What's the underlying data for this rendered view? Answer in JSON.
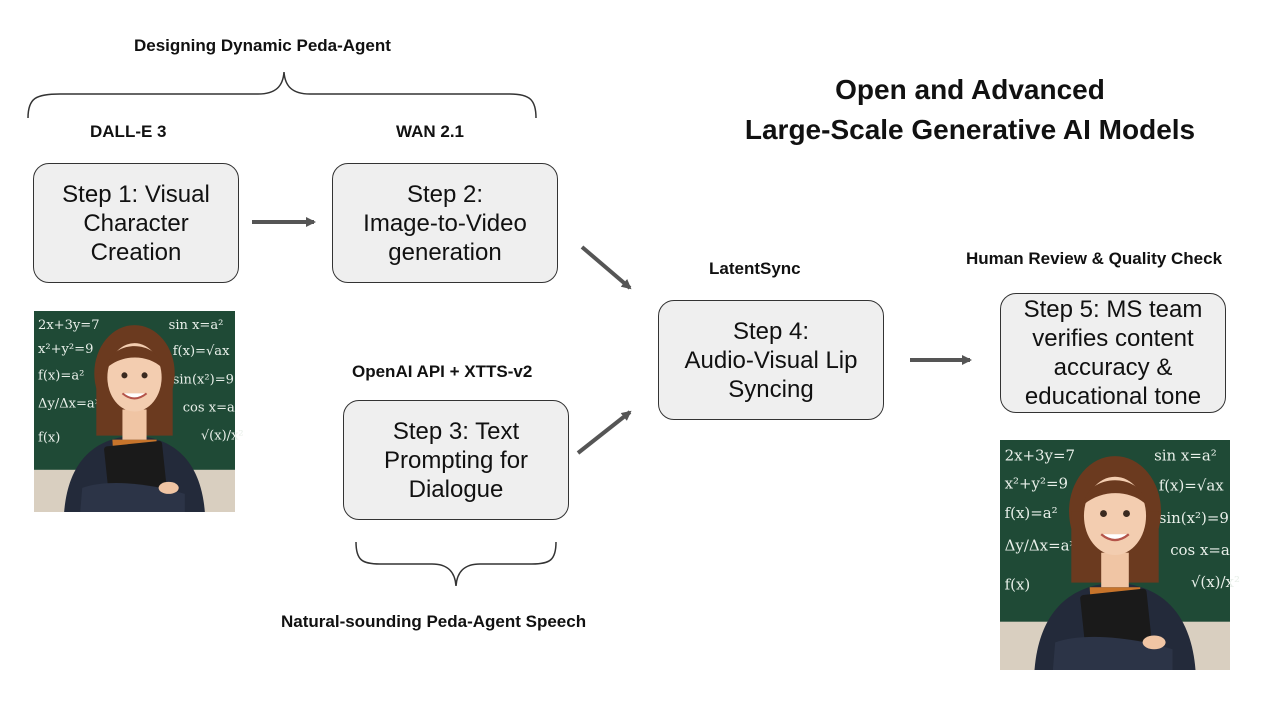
{
  "title": {
    "line1": "Open and Advanced",
    "line2": "Large-Scale Generative AI Models"
  },
  "labels": {
    "designing": "Designing Dynamic Peda-Agent",
    "dalle": "DALL-E 3",
    "wan": "WAN 2.1",
    "openai": "OpenAI API + XTTS-v2",
    "latentsync": "LatentSync",
    "human_review": "Human Review & Quality Check",
    "natural_speech": "Natural-sounding Peda-Agent Speech"
  },
  "steps": [
    {
      "lines": [
        "Step 1: Visual",
        "Character",
        "Creation"
      ]
    },
    {
      "lines": [
        "Step 2:",
        "Image-to-Video",
        "generation"
      ]
    },
    {
      "lines": [
        "Step 3: Text",
        "Prompting for",
        "Dialogue"
      ]
    },
    {
      "lines": [
        "Step 4:",
        "Audio-Visual Lip",
        "Syncing"
      ]
    },
    {
      "lines": [
        "Step 5: MS team",
        "verifies content",
        "accuracy &",
        "educational tone"
      ]
    }
  ],
  "chalkboard": {
    "left": [
      "2x+3y=7",
      "x²+y²=9",
      "f(x)=a²",
      "Δy/Δx=aˣ",
      "f(x)"
    ],
    "right": [
      "sin x=a²",
      "f(x)=√ax",
      "sin(x²)=9",
      "cos x=a",
      "√(x)/x²"
    ]
  },
  "colors": {
    "box_fill": "#efefef",
    "box_border": "#333333",
    "arrow": "#555555",
    "chalkboard": "#1f4a36"
  }
}
